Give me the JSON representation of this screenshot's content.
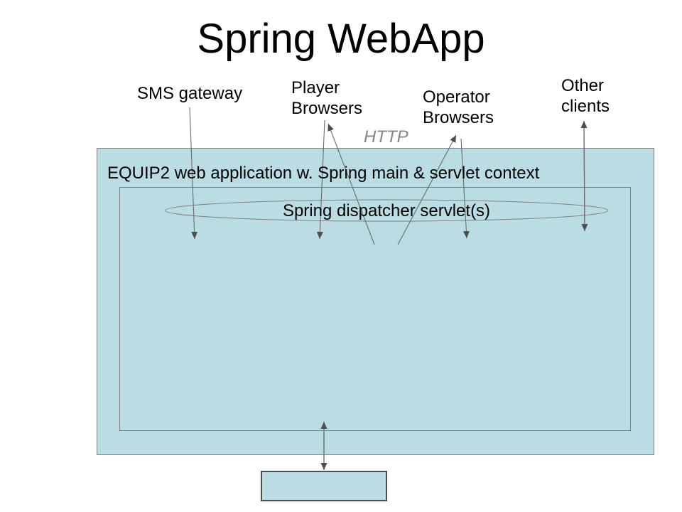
{
  "slide": {
    "title": "Spring WebApp",
    "actors": {
      "sms_gateway": "SMS gateway",
      "player_browsers": "Player\nBrowsers",
      "operator_browsers": "Operator\nBrowsers",
      "other_clients": "Other\nclients",
      "protocol_label": "HTTP"
    },
    "webapp": {
      "container_label": "EQUIP2 web application w. Spring main & servlet context",
      "dispatcher_label": "Spring dispatcher servlet(s)"
    },
    "colors": {
      "slide_background": "#ffffff",
      "box_fill": "#b9dde2",
      "box_border": "#808080",
      "bottom_box_border": "#4d4d4d",
      "arrow_line": "#6b6b6b",
      "arrow_head": "#4d4d4d",
      "http_label_text": "#858585",
      "text": "#000000"
    }
  }
}
